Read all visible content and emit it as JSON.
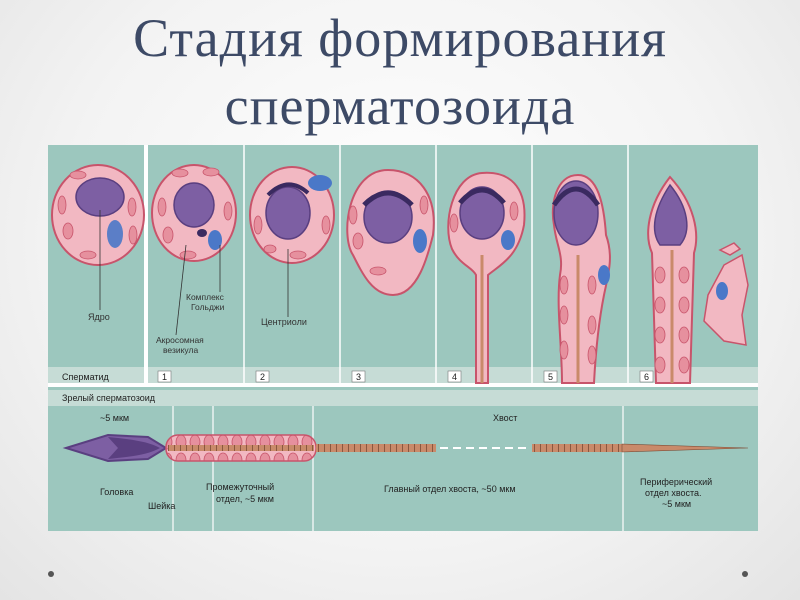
{
  "slide": {
    "title_line1": "Стадия формирования",
    "title_line2": "сперматозоида"
  },
  "diagram": {
    "labels": {
      "nucleus": "Ядро",
      "golgi_line1": "Комплекс",
      "golgi_line2": "Гольджи",
      "acrosome_line1": "Акросомная",
      "acrosome_line2": "везикула",
      "centrioles": "Центриоли",
      "spermatid": "Сперматид",
      "mature": "Зрелый сперматозоид",
      "size_head": "~5 мкм",
      "tail": "Хвост",
      "head": "Головка",
      "neck": "Шейка",
      "midpiece_line1": "Промежуточный",
      "midpiece_line2": "отдел, ~5 мкм",
      "principal": "Главный отдел хвоста, ~50 мкм",
      "end_line1": "Периферический",
      "end_line2": "отдел хвоста.",
      "end_line3": "~5 мкм"
    },
    "stages": [
      "1",
      "2",
      "3",
      "4",
      "5",
      "6"
    ],
    "colors": {
      "panel": "#9cc7be",
      "cell": "#f2b8c2",
      "cell_edge": "#c8546b",
      "nucleus": "#7d5fa3",
      "mito": "#d9707f",
      "golgi": "#4a78c8"
    }
  }
}
